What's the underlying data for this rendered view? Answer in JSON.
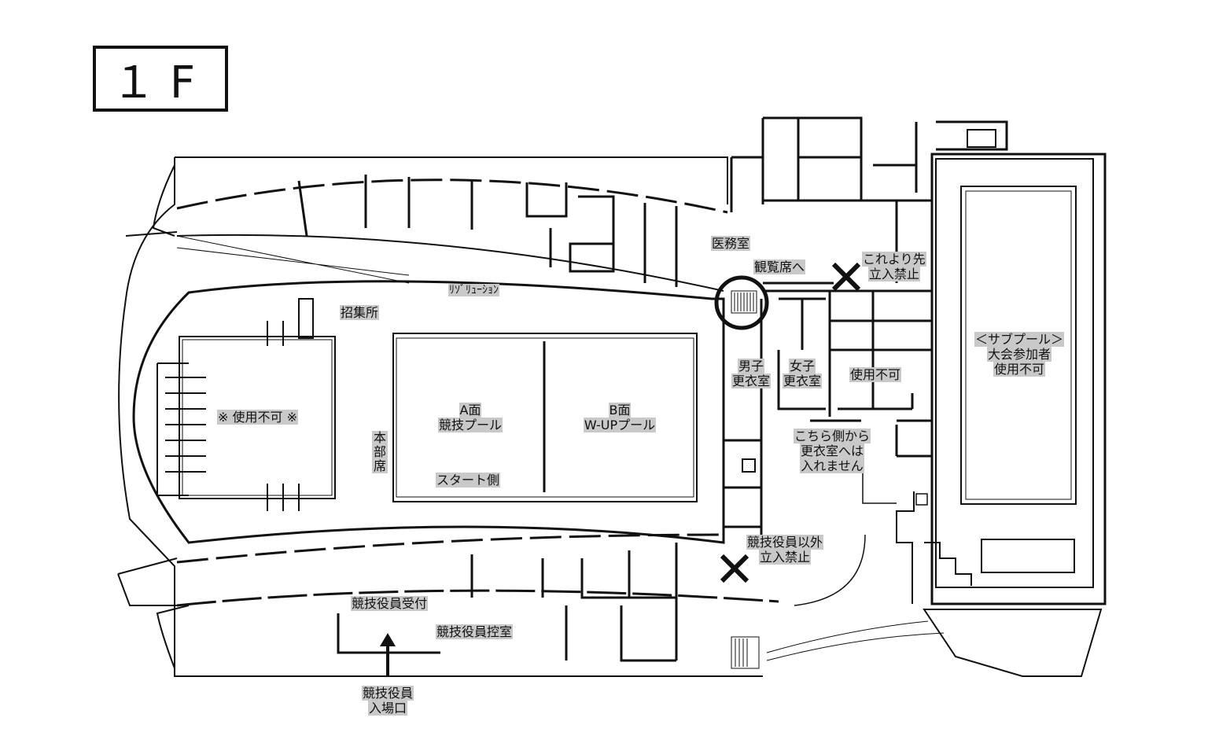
{
  "floor_label": "１F",
  "rooms": {
    "medical_room": "医務室",
    "to_spectator_seats": "観覧席へ",
    "no_entry_beyond_1": "これより先",
    "no_entry_beyond_2": "立入禁止",
    "resolution": "ﾘｿﾞﾘｭｰｼｮﾝ",
    "call_room": "招集所",
    "unusable_left": "※ 使用不可 ※",
    "pool_a_1": "A面",
    "pool_a_2": "競技プール",
    "pool_a_start": "スタート側",
    "pool_b_1": "B面",
    "pool_b_2": "W-UPプール",
    "headquarters": "本部席",
    "mens_locker_1": "男子",
    "mens_locker_2": "更衣室",
    "womens_locker_1": "女子",
    "womens_locker_2": "更衣室",
    "unusable_right": "使用不可",
    "sub_pool_1": "＜サブプール＞",
    "sub_pool_2": "大会参加者",
    "sub_pool_3": "使用不可",
    "locker_note_1": "こちら側から",
    "locker_note_2": "更衣室へは",
    "locker_note_3": "入れません",
    "officials_only_1": "競技役員以外",
    "officials_only_2": "立入禁止",
    "officials_reception": "競技役員受付",
    "officials_waiting": "競技役員控室",
    "officials_entrance_1": "競技役員",
    "officials_entrance_2": "入場口"
  },
  "markers": {
    "no_entry": "x-mark-icon",
    "stairs_highlight": "circle-icon",
    "entrance": "arrow-up-icon"
  },
  "colors": {
    "line": "#111111",
    "label_bg": "#c9c9c9"
  }
}
